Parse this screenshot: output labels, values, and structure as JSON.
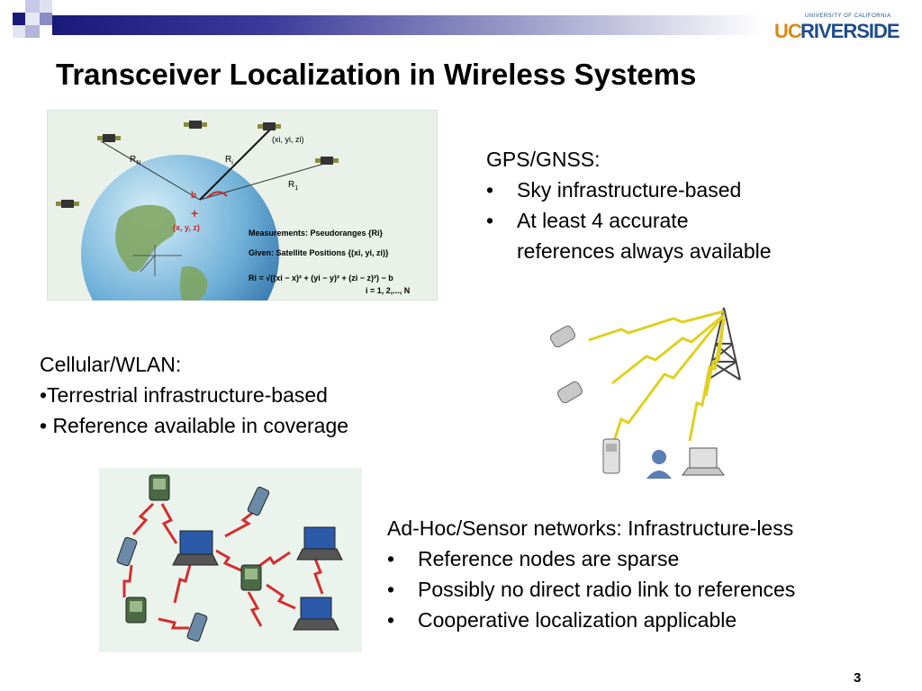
{
  "title": "Transceiver Localization in Wireless Systems",
  "logo": {
    "uc": "UC",
    "riverside": "RIVERSIDE",
    "sub": "UNIVERSITY OF CALIFORNIA"
  },
  "gps": {
    "heading": "GPS/GNSS:",
    "bullet_char": "•",
    "item1": "Sky infrastructure-based",
    "item2_line1": "At least 4 accurate",
    "item2_line2": "references always available"
  },
  "cellular": {
    "heading": "Cellular/WLAN:",
    "item1": "•Terrestrial infrastructure-based",
    "item2": "• Reference available in coverage"
  },
  "adhoc": {
    "heading": "Ad-Hoc/Sensor networks: Infrastructure-less",
    "bullet_char": "•",
    "item1": "Reference nodes are sparse",
    "item2": "Possibly no direct radio link to references",
    "item3": "Cooperative localization applicable"
  },
  "gps_figure": {
    "label_rn": "R",
    "label_rn_sub": "N",
    "label_ri": "R",
    "label_ri_sub": "i",
    "label_r1": "R",
    "label_r1_sub": "1",
    "sat_pos": "(xi, yi, zi)",
    "bias": "b",
    "receiver": "(x, y, z)",
    "measurements": "Measurements: Pseudoranges {Ri}",
    "given": "Given: Satellite Positions {(xi, yi, zi)}",
    "equation": "Ri = √((xi − x)² + (yi − y)² + (zi − z)²) − b",
    "index": "i = 1, 2,..., N"
  },
  "page_number": "3",
  "colors": {
    "title": "#000000",
    "header_dark": "#1a1a7a",
    "header_light": "#9a9ac8",
    "logo_gold": "#d88a14",
    "logo_blue": "#1e4c8c"
  }
}
